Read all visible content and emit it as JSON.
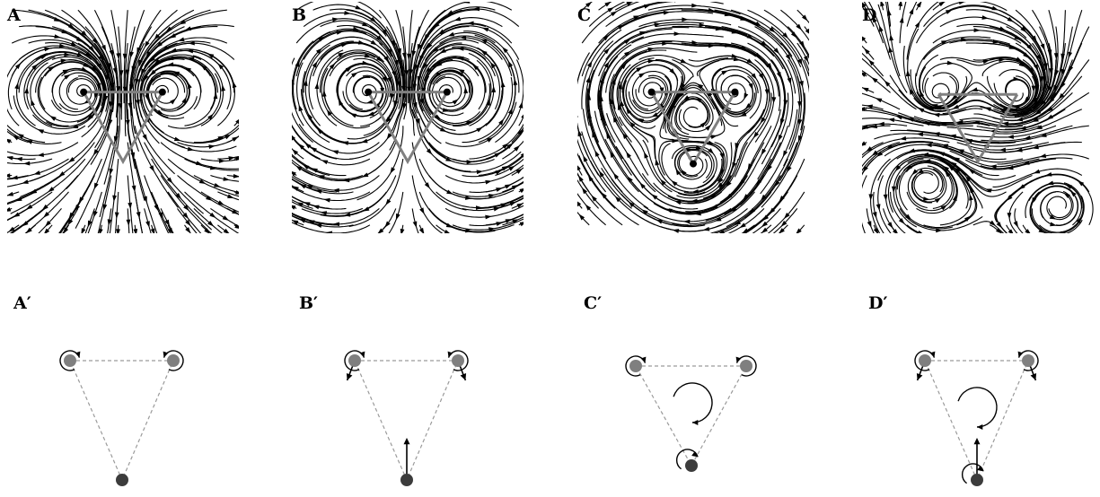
{
  "panels_top": [
    {
      "label": "A",
      "kind": "A"
    },
    {
      "label": "B",
      "kind": "B"
    },
    {
      "label": "C",
      "kind": "C"
    },
    {
      "label": "D",
      "kind": "D"
    }
  ],
  "panels_bottom": [
    {
      "label": "A′",
      "kind": "A"
    },
    {
      "label": "B′",
      "kind": "B"
    },
    {
      "label": "C′",
      "kind": "C"
    },
    {
      "label": "D′",
      "kind": "D"
    }
  ],
  "colors": {
    "streamline": "#000000",
    "triangle": "#808080",
    "dashed": "#9a9a9a",
    "node_light": "#7f7f7f",
    "node_dark": "#3c3c3c"
  }
}
